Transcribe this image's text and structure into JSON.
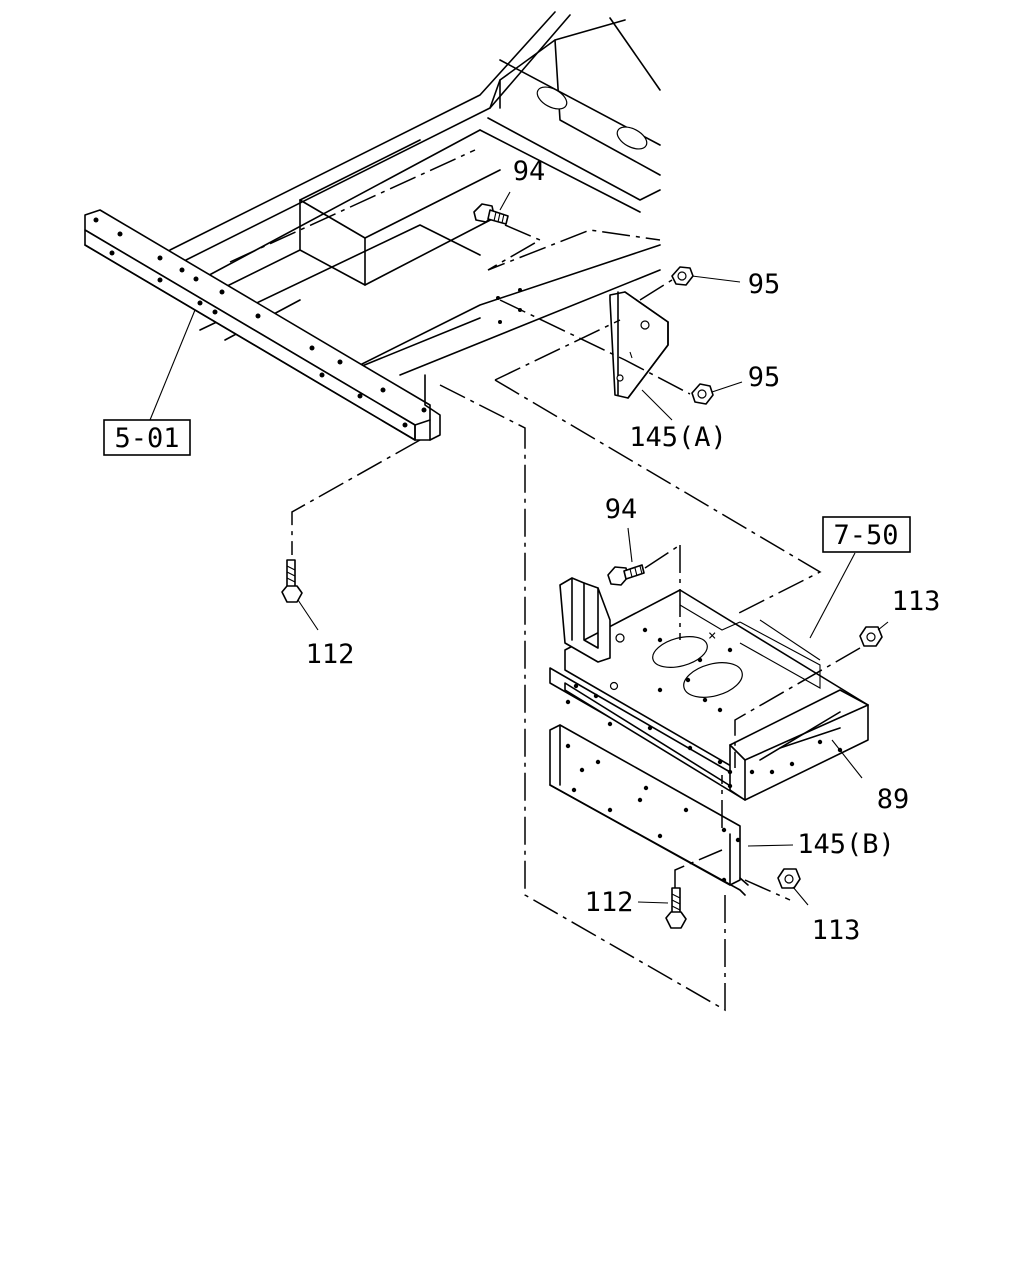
{
  "labels": {
    "ref_frame": "5-01",
    "ref_battery": "7-50",
    "p94_top": "94",
    "p94_mid": "94",
    "p95_top": "95",
    "p95_mid": "95",
    "p145a": "145(A)",
    "p145b": "145(B)",
    "p112_left": "112",
    "p112_bottom": "112",
    "p113_top": "113",
    "p113_bottom": "113",
    "p89": "89"
  }
}
